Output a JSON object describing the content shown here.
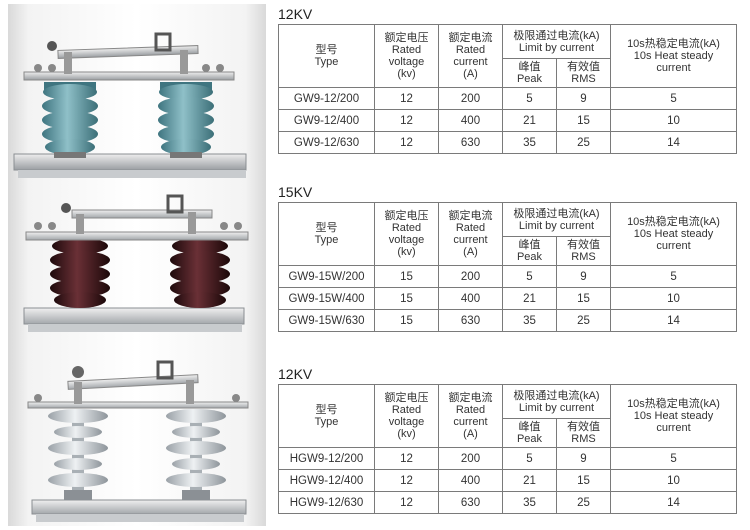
{
  "headers": {
    "type_cn": "型号",
    "type_en": "Type",
    "voltage_cn": "额定电压",
    "voltage_en1": "Rated",
    "voltage_en2": "voltage",
    "voltage_unit": "(kv)",
    "current_cn": "额定电流",
    "current_en1": "Rated",
    "current_en2": "current",
    "current_unit": "(A)",
    "limit_cn": "极限通过电流(kA)",
    "limit_en": "Limit by current",
    "peak_cn": "峰值",
    "peak_en": "Peak",
    "rms_cn": "有效值",
    "rms_en": "RMS",
    "heat_cn": "10s热稳定电流(kA)",
    "heat_en1": "10s Heat steady",
    "heat_en2": "current"
  },
  "sections": [
    {
      "title": "12KV",
      "rows": [
        {
          "type": "GW9-12/200",
          "voltage": "12",
          "current": "200",
          "peak": "5",
          "rms": "9",
          "heat": "5"
        },
        {
          "type": "GW9-12/400",
          "voltage": "12",
          "current": "400",
          "peak": "21",
          "rms": "15",
          "heat": "10"
        },
        {
          "type": "GW9-12/630",
          "voltage": "12",
          "current": "630",
          "peak": "35",
          "rms": "25",
          "heat": "14"
        }
      ]
    },
    {
      "title": "15KV",
      "rows": [
        {
          "type": "GW9-15W/200",
          "voltage": "15",
          "current": "200",
          "peak": "5",
          "rms": "9",
          "heat": "5"
        },
        {
          "type": "GW9-15W/400",
          "voltage": "15",
          "current": "400",
          "peak": "21",
          "rms": "15",
          "heat": "10"
        },
        {
          "type": "GW9-15W/630",
          "voltage": "15",
          "current": "630",
          "peak": "35",
          "rms": "25",
          "heat": "14"
        }
      ]
    },
    {
      "title": "12KV",
      "rows": [
        {
          "type": "HGW9-12/200",
          "voltage": "12",
          "current": "200",
          "peak": "5",
          "rms": "9",
          "heat": "5"
        },
        {
          "type": "HGW9-12/400",
          "voltage": "12",
          "current": "400",
          "peak": "21",
          "rms": "15",
          "heat": "10"
        },
        {
          "type": "HGW9-12/630",
          "voltage": "12",
          "current": "630",
          "peak": "35",
          "rms": "25",
          "heat": "14"
        }
      ]
    }
  ],
  "colors": {
    "insulator_blue": "#5f9aa4",
    "insulator_brown": "#3a1418",
    "insulator_gray": "#c9cfd4",
    "metal": "#b9bcbf",
    "border": "#7a7a7a"
  },
  "photos": [
    {
      "icon": "blue-porcelain-disconnector-icon"
    },
    {
      "icon": "brown-porcelain-disconnector-icon"
    },
    {
      "icon": "gray-composite-disconnector-icon"
    }
  ]
}
